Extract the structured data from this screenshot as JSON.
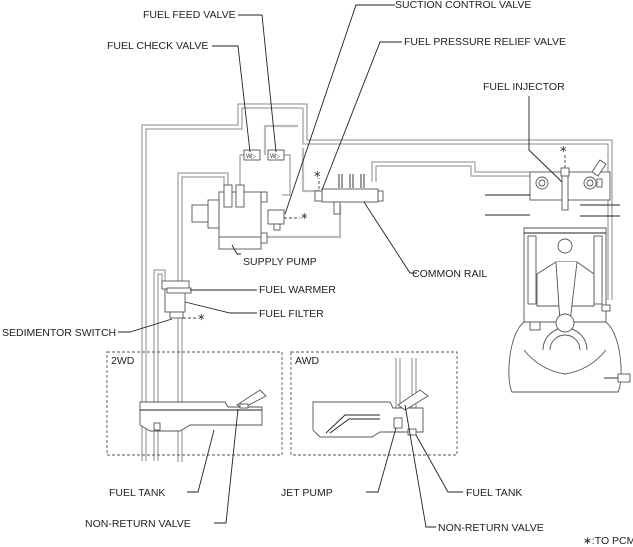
{
  "diagram": {
    "title": "Fuel System Diagram",
    "labels": {
      "fuel_feed_valve": "FUEL FEED VALVE",
      "fuel_check_valve": "FUEL CHECK VALVE",
      "suction_control_valve": "SUCTION CONTROL VALVE",
      "fuel_pressure_relief_valve": "FUEL PRESSURE RELIEF VALVE",
      "fuel_injector": "FUEL INJECTOR",
      "supply_pump": "SUPPLY PUMP",
      "common_rail": "COMMON RAIL",
      "fuel_warmer": "FUEL WARMER",
      "fuel_filter": "FUEL FILTER",
      "sedimentor_switch": "SEDIMENTOR SWITCH",
      "fuel_tank_2wd": "FUEL TANK",
      "non_return_valve_2wd": "NON-RETURN VALVE",
      "jet_pump": "JET PUMP",
      "fuel_tank_awd": "FUEL TANK",
      "non_return_valve_awd": "NON-RETURN VALVE"
    },
    "insets": {
      "two_wd": "2WD",
      "awd": "AWD"
    },
    "pcm_marker": "*",
    "legend": "∗:TO PCM"
  }
}
